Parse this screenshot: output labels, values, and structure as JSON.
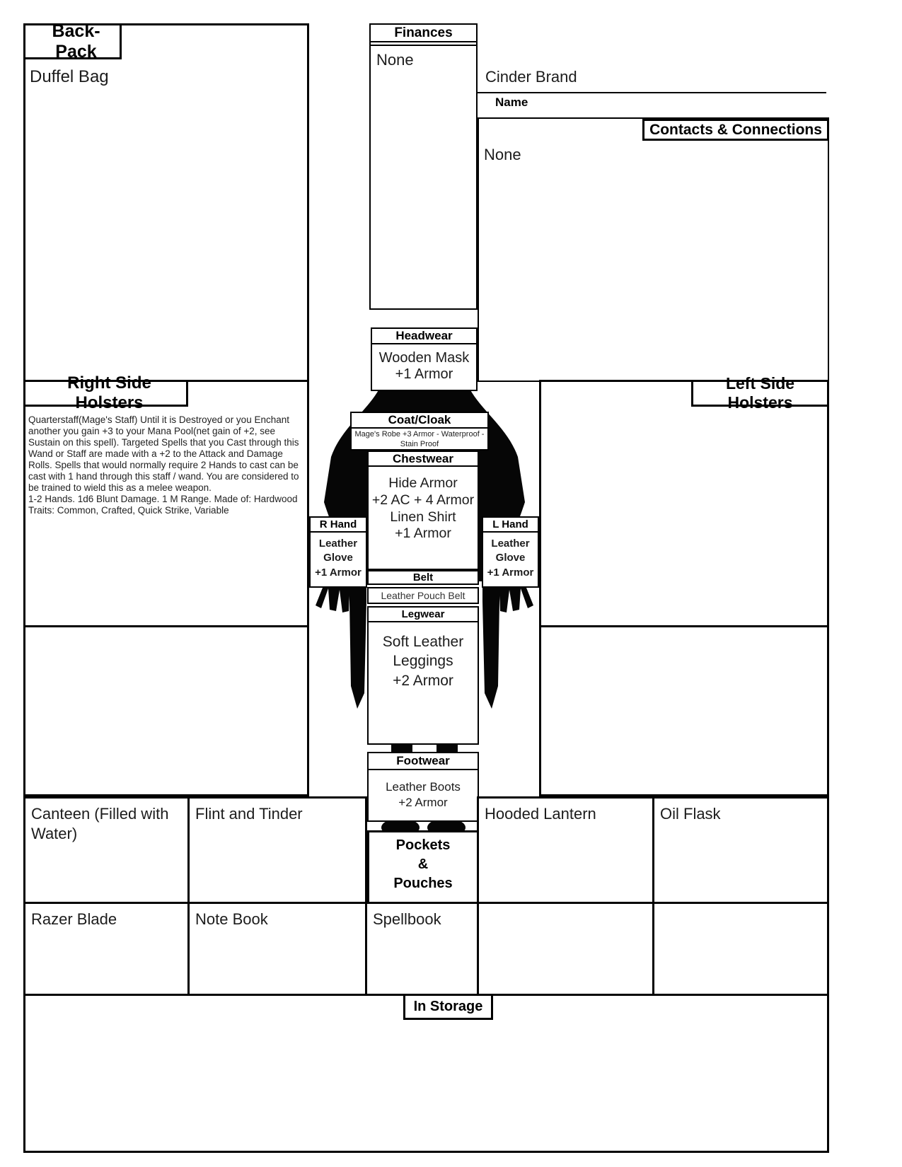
{
  "backpack": {
    "title": "Back-Pack",
    "item": "Duffel Bag"
  },
  "finances": {
    "title": "Finances",
    "value": "None"
  },
  "identity": {
    "name_value": "Cinder Brand",
    "name_label": "Name"
  },
  "contacts": {
    "title": "Contacts & Connections",
    "value": "None"
  },
  "right_holsters": {
    "title": "Right Side Holsters",
    "item_description": "Quarterstaff(Mage's Staff) Until it is Destroyed or you Enchant another you gain +3 to your Mana Pool(net gain of +2, see Sustain on this spell). Targeted Spells that you Cast through this Wand or Staff are made with a +2 to the Attack and Damage Rolls. Spells that would normally require 2 Hands to cast can be cast with 1 hand through this staff / wand. You are considered to be trained to wield this as a melee weapon.\n 1-2 Hands. 1d6 Blunt Damage. 1 M Range. Made of: Hardwood\nTraits: Common, Crafted,  Quick Strike, Variable"
  },
  "left_holsters": {
    "title": "Left Side Holsters"
  },
  "equipment": {
    "headwear": {
      "label": "Headwear",
      "value": "Wooden Mask\n+1 Armor"
    },
    "coat": {
      "label": "Coat/Cloak",
      "value": "Mage's Robe +3 Armor - Waterproof - Stain Proof"
    },
    "chestwear": {
      "label": "Chestwear",
      "value": "Hide Armor\n+2 AC + 4 Armor\nLinen Shirt\n+1 Armor"
    },
    "right_hand": {
      "label": "R Hand",
      "value": "Leather\nGlove\n+1 Armor"
    },
    "left_hand": {
      "label": "L Hand",
      "value": "Leather\nGlove\n+1 Armor"
    },
    "belt": {
      "label": "Belt",
      "value": "Leather Pouch Belt"
    },
    "legwear": {
      "label": "Legwear",
      "value": "Soft Leather\nLeggings\n+2 Armor"
    },
    "footwear": {
      "label": "Footwear",
      "value": "Leather Boots\n+2 Armor"
    }
  },
  "pockets": {
    "title": "Pockets\n&\nPouches",
    "row1": [
      "Canteen (Filled with Water)",
      "Flint and Tinder",
      "Hooded Lantern",
      "Oil Flask"
    ],
    "row2": [
      "Razer Blade",
      "Note Book",
      "Spellbook"
    ]
  },
  "storage": {
    "title": "In Storage"
  }
}
